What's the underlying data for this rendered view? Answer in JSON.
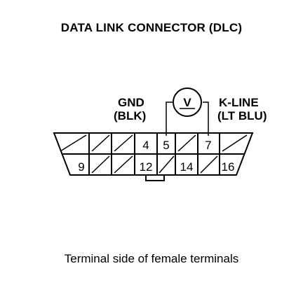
{
  "title": "DATA LINK CONNECTOR (DLC)",
  "caption": "Terminal side of female terminals",
  "labels": {
    "gnd": "GND",
    "gnd_color": "(BLK)",
    "kline": "K-LINE",
    "kline_color": "(LT BLU)",
    "meter": "V"
  },
  "terminals": {
    "t4": "4",
    "t5": "5",
    "t7": "7",
    "t9": "9",
    "t12": "12",
    "t14": "14",
    "t16": "16"
  }
}
